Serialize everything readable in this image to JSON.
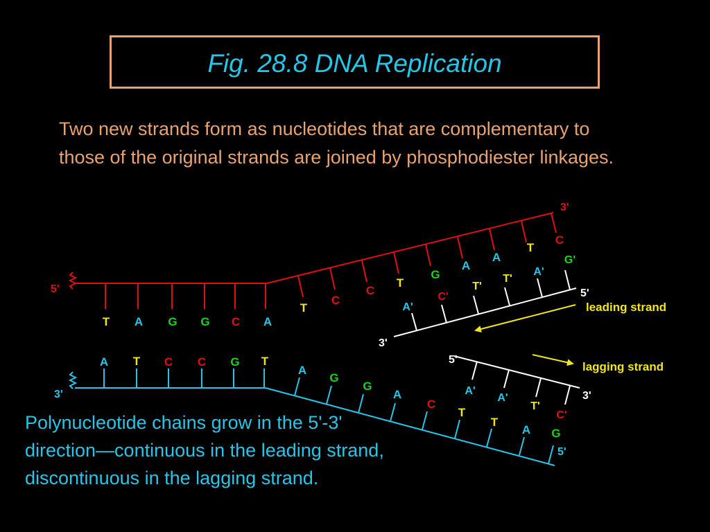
{
  "title": "Fig. 28.8  DNA Replication",
  "intro_text": "Two new strands form as nucleotides that are complementary to those of the original strands are joined by phosphodiester linkages.",
  "footer_text": "Polynucleotide chains grow in the 5'-3' direction—continuous in the leading strand, discontinuous in the lagging strand.",
  "colors": {
    "background": "#000000",
    "title_border": "#e8a36f",
    "title_text": "#27c6e8",
    "body_text": "#e8a36f",
    "footer_text": "#27c6e8",
    "top_strand": "#e01010",
    "bottom_strand": "#27c6e8",
    "new_strand": "#ffffff",
    "arrow": "#f2e61a",
    "base_A": "#27c6e8",
    "base_T": "#f2e61a",
    "base_G": "#1ed21e",
    "base_C": "#e01010"
  },
  "diagram": {
    "labels": {
      "top_5": "5'",
      "top_3": "3'",
      "bottom_3_left": "3'",
      "bottom_5_right": "5'",
      "leading_5": "5'",
      "leading_3": "3'",
      "lagging_5": "5'",
      "lagging_3": "3'",
      "leading_strand": "leading strand",
      "lagging_strand": "lagging strand"
    },
    "top_flat_bases": [
      "T",
      "A",
      "G",
      "G",
      "C",
      "A"
    ],
    "top_diag_bases": [
      "T",
      "C",
      "C",
      "T",
      "G",
      "A",
      "A",
      "T",
      "C"
    ],
    "leading_bases": [
      "A'",
      "C'",
      "T'",
      "T'",
      "A'",
      "G'"
    ],
    "bottom_flat_bases": [
      "A",
      "T",
      "C",
      "C",
      "G",
      "T"
    ],
    "bottom_diag_bases": [
      "A",
      "G",
      "G",
      "A",
      "C",
      "T",
      "T",
      "A",
      "G"
    ],
    "lagging_bases": [
      "A'",
      "A'",
      "T'",
      "C'"
    ]
  }
}
